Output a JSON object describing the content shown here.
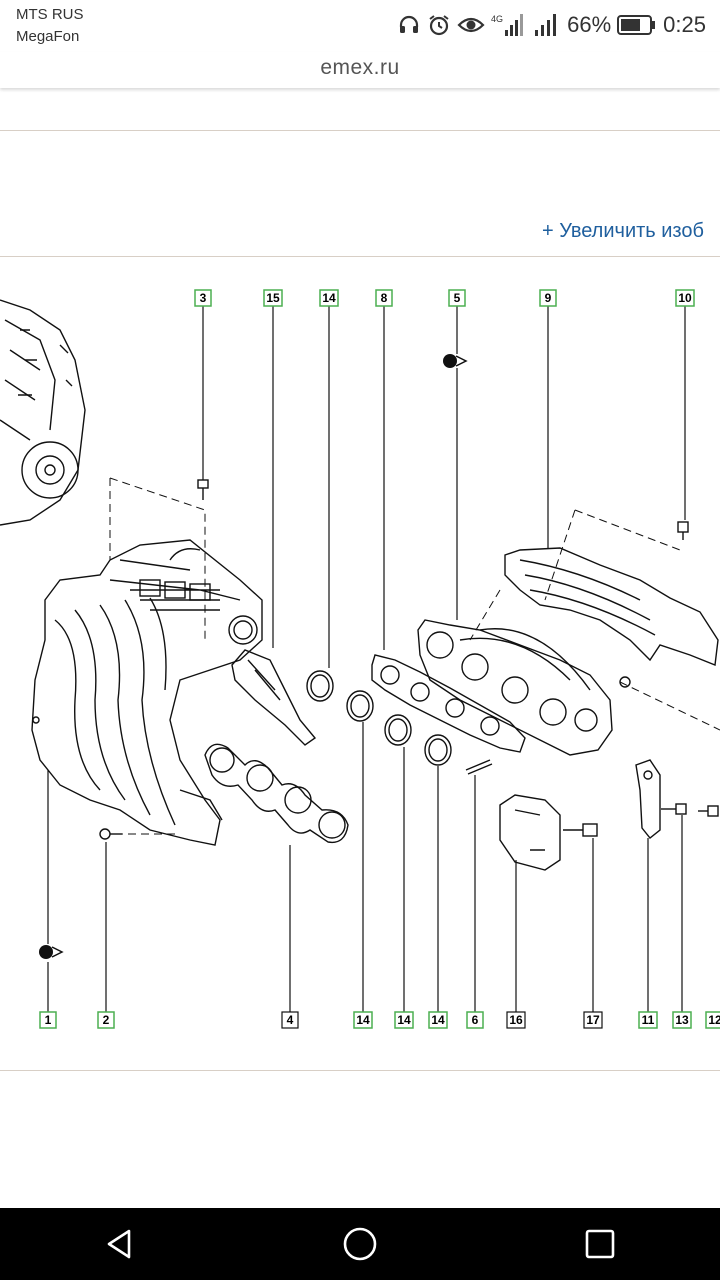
{
  "status_bar": {
    "carrier1": "MTS RUS",
    "carrier2": "MegaFon",
    "network_label": "4G",
    "battery_percent": "66%",
    "time": "0:25"
  },
  "browser": {
    "url": "emex.ru"
  },
  "page": {
    "zoom_link": "+ Увеличить изоб"
  },
  "diagram": {
    "callouts_top": [
      "3",
      "15",
      "14",
      "8",
      "5",
      "9",
      "10"
    ],
    "callouts_bottom": [
      "1",
      "2",
      "4",
      "14",
      "14",
      "14",
      "6",
      "16",
      "17",
      "11",
      "13",
      "12"
    ]
  },
  "navbar": {
    "icons": [
      "back-icon",
      "home-icon",
      "recents-icon"
    ]
  }
}
